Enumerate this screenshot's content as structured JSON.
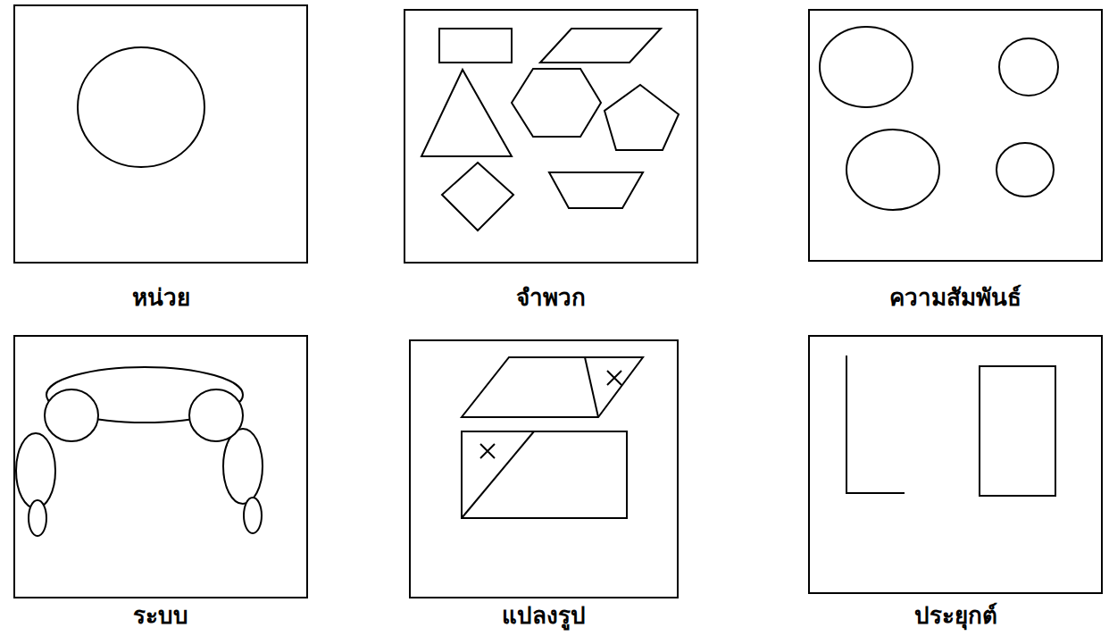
{
  "diagram": {
    "nodes": [
      {
        "text": [
          "หน่วย"
        ]
      },
      {
        "text": [
          "จำพวก"
        ]
      },
      {
        "text": [
          "ความสัมพันธ์"
        ]
      },
      {
        "text": [
          "ระบบ"
        ]
      },
      {
        "text": [
          "แปลงรูป"
        ]
      },
      {
        "text": [
          "ประยุกต์"
        ]
      }
    ]
  }
}
